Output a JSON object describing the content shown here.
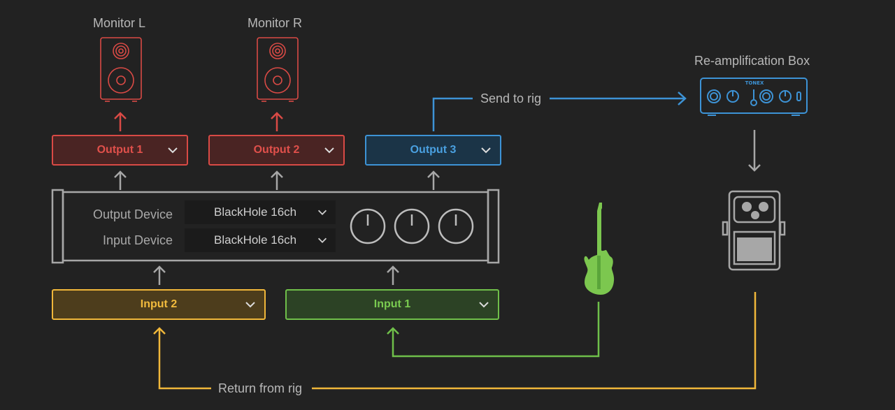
{
  "monitors": {
    "left_label": "Monitor L",
    "right_label": "Monitor R"
  },
  "reamp_box": {
    "label": "Re-amplification Box",
    "brand": "TONEX"
  },
  "outputs": [
    {
      "label": "Output 1",
      "color": "#d94a45",
      "fill": "#4a2423"
    },
    {
      "label": "Output 2",
      "color": "#d94a45",
      "fill": "#4a2423"
    },
    {
      "label": "Output 3",
      "color": "#3d93d6",
      "fill": "#1b3447"
    }
  ],
  "inputs": [
    {
      "label": "Input 2",
      "color": "#f0b73a",
      "fill": "#4d3d1c"
    },
    {
      "label": "Input 1",
      "color": "#6fbf4a",
      "fill": "#2c4225"
    }
  ],
  "interface": {
    "output_device_label": "Output Device",
    "output_device_value": "BlackHole 16ch",
    "input_device_label": "Input Device",
    "input_device_value": "BlackHole 16ch",
    "knob_count": 3
  },
  "flows": {
    "send_label": "Send to rig",
    "return_label": "Return from rig"
  },
  "colors": {
    "background": "#222222",
    "red": "#d94a45",
    "blue": "#3d93d6",
    "yellow": "#f0b73a",
    "green": "#6fbf4a",
    "grey": "#a7a7a7",
    "guitar": "#7cc74f"
  },
  "icons": {
    "monitors": "speaker-icon",
    "reamp": "reamp-box-icon",
    "pedal": "pedal-icon",
    "guitar": "guitar-icon",
    "dropdown": "chevron-down-icon"
  }
}
